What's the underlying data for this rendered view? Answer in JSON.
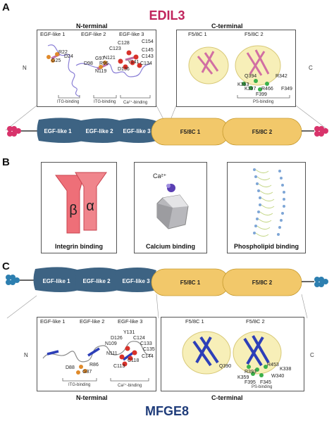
{
  "panels": {
    "a": "A",
    "b": "B",
    "c": "C"
  },
  "edil3": {
    "title": "EDIL3",
    "n_terminal": "N-terminal",
    "c_terminal": "C-terminal",
    "n_end": "N",
    "c_end": "C",
    "egf_headers": [
      "EGF-like 1",
      "EGF-like 2",
      "EGF-like 3"
    ],
    "f58_headers": [
      "F5/8C 1",
      "F5/8C 2"
    ],
    "residues_n": [
      "R22",
      "D24",
      "G25",
      "G97",
      "D98",
      "R96",
      "N121",
      "N119",
      "C123",
      "C128",
      "C154",
      "C145",
      "C143",
      "Y141",
      "C134",
      "D136"
    ],
    "residues_c": [
      "Q394",
      "R342",
      "K363",
      "K397",
      "R466",
      "F349",
      "F399"
    ],
    "binding_n": [
      "ITG-binding",
      "ITG-binding",
      "Ca²⁺-binding"
    ],
    "binding_c": "PS-binding",
    "domains": [
      "EGF-like 1",
      "EGF-like 2",
      "EGF-like 3",
      "F5/8C 1",
      "F5/8C 2"
    ]
  },
  "functions": {
    "integrin": "Integrin binding",
    "calcium": "Calcium binding",
    "phospholipid": "Phospholipid binding",
    "beta": "β",
    "alpha": "α",
    "ca_label": "Ca²⁺"
  },
  "mfge8": {
    "title": "MFGE8",
    "n_terminal": "N-terminal",
    "c_terminal": "C-terminal",
    "n_end": "N",
    "c_end": "C",
    "egf_headers": [
      "EGF-like 1",
      "EGF-like 2",
      "EGF-like 3"
    ],
    "f58_headers": [
      "F5/8C 1",
      "F5/8C 2"
    ],
    "residues_n": [
      "Y131",
      "D126",
      "C124",
      "N109",
      "C133",
      "C135",
      "N111",
      "C144",
      "C118",
      "C113",
      "D88",
      "R86",
      "G87"
    ],
    "residues_c": [
      "Q390",
      "R453",
      "K338",
      "R393",
      "K359",
      "W340",
      "F395",
      "F345"
    ],
    "binding_n": [
      "ITG-binding",
      "Ca²⁺-binding"
    ],
    "binding_c": "PS-binding",
    "domains": [
      "EGF-like 1",
      "EGF-like 2",
      "EGF-like 3",
      "F5/8C 1",
      "F5/8C 2"
    ]
  },
  "colors": {
    "edil3_title": "#c0245c",
    "mfge8_title": "#1f3c7a",
    "egf_domain": "#3d6383",
    "f58_domain": "#f2c86a",
    "edil3_beads": "#d8336b",
    "mfge8_beads": "#2d7fb0",
    "integrin": "#ee6f78"
  }
}
